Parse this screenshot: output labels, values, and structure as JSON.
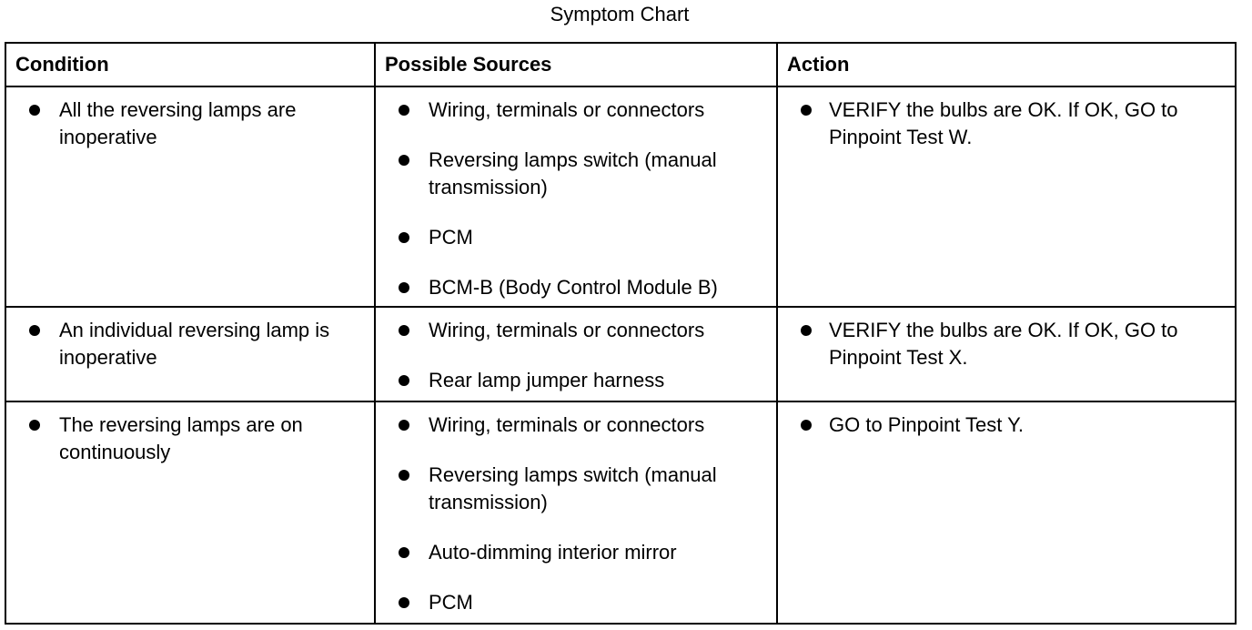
{
  "title": "Symptom Chart",
  "table": {
    "headers": {
      "condition": "Condition",
      "sources": "Possible Sources",
      "action": "Action"
    },
    "rows": [
      {
        "condition": [
          "All the reversing lamps are inoperative"
        ],
        "sources": [
          "Wiring, terminals or connectors",
          "Reversing lamps switch (manual transmission)",
          "PCM",
          "BCM-B (Body Control Module B)"
        ],
        "action": [
          "VERIFY the bulbs are OK. If OK, GO to Pinpoint Test W."
        ]
      },
      {
        "condition": [
          "An individual reversing lamp is inoperative"
        ],
        "sources": [
          "Wiring, terminals or connectors",
          "Rear lamp jumper harness"
        ],
        "action": [
          "VERIFY the bulbs are OK. If OK, GO to Pinpoint Test X."
        ]
      },
      {
        "condition": [
          "The reversing lamps are on continuously"
        ],
        "sources": [
          "Wiring, terminals or connectors",
          "Reversing lamps switch (manual transmission)",
          "Auto-dimming interior mirror",
          "PCM"
        ],
        "action": [
          "GO to Pinpoint Test Y."
        ]
      }
    ]
  }
}
